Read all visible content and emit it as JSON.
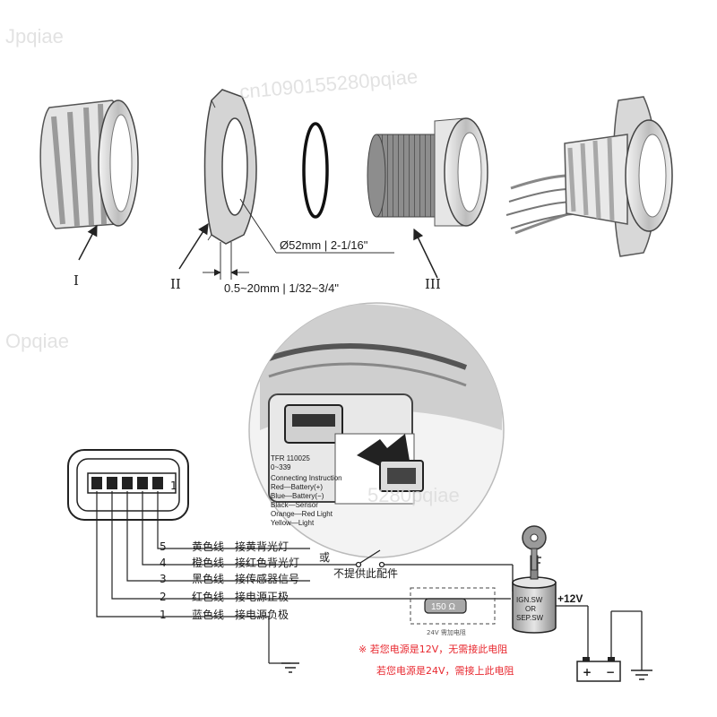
{
  "parts": {
    "label_1": "I",
    "label_2": "II",
    "label_3": "III",
    "dim_diameter": "Ø52mm | 2-1/16\"",
    "dim_thickness": "0.5~20mm | 1/32~3/4\""
  },
  "wires": [
    {
      "num": "5",
      "color_name": "黄色线",
      "function": "接黄背光灯"
    },
    {
      "num": "4",
      "color_name": "橙色线",
      "function": "接红色背光灯"
    },
    {
      "num": "3",
      "color_name": "黑色线",
      "function": "接传感器信号"
    },
    {
      "num": "2",
      "color_name": "红色线",
      "function": "接电源正极"
    },
    {
      "num": "1",
      "color_name": "蓝色线",
      "function": "接电源负极"
    }
  ],
  "connector": {
    "pin_label": "1"
  },
  "switch_block": {
    "or_text": "或",
    "not_supplied": "不提供此配件"
  },
  "resistor": {
    "value": "150 Ω",
    "note": "24V 需加电阻"
  },
  "ignition": {
    "line1": "IGN.SW",
    "line2": "OR",
    "line3": "SEP.SW"
  },
  "supply": {
    "voltage": "+12V"
  },
  "battery": {
    "plus": "+",
    "minus": "−"
  },
  "notes": {
    "line1": "※ 若您电源是12V，无需接此电阻",
    "line2": "若您电源是24V，需接上此电阻"
  },
  "label_sticker": {
    "model": "TFR 110025",
    "range": "0~339",
    "title": "Connecting Instruction",
    "l1": "Red—Battery(+)",
    "l2": "Blue—Battery(−)",
    "l3": "Black—Sensor",
    "l4": "Orange—Red Light",
    "l5": "Yellow—Light"
  },
  "watermarks": [
    "Jpqiae",
    "cn1090155280pqiae",
    "Opqiae",
    "5280pqiae"
  ],
  "colors": {
    "note_red": "#e8282f",
    "line": "#1a1a1a"
  }
}
